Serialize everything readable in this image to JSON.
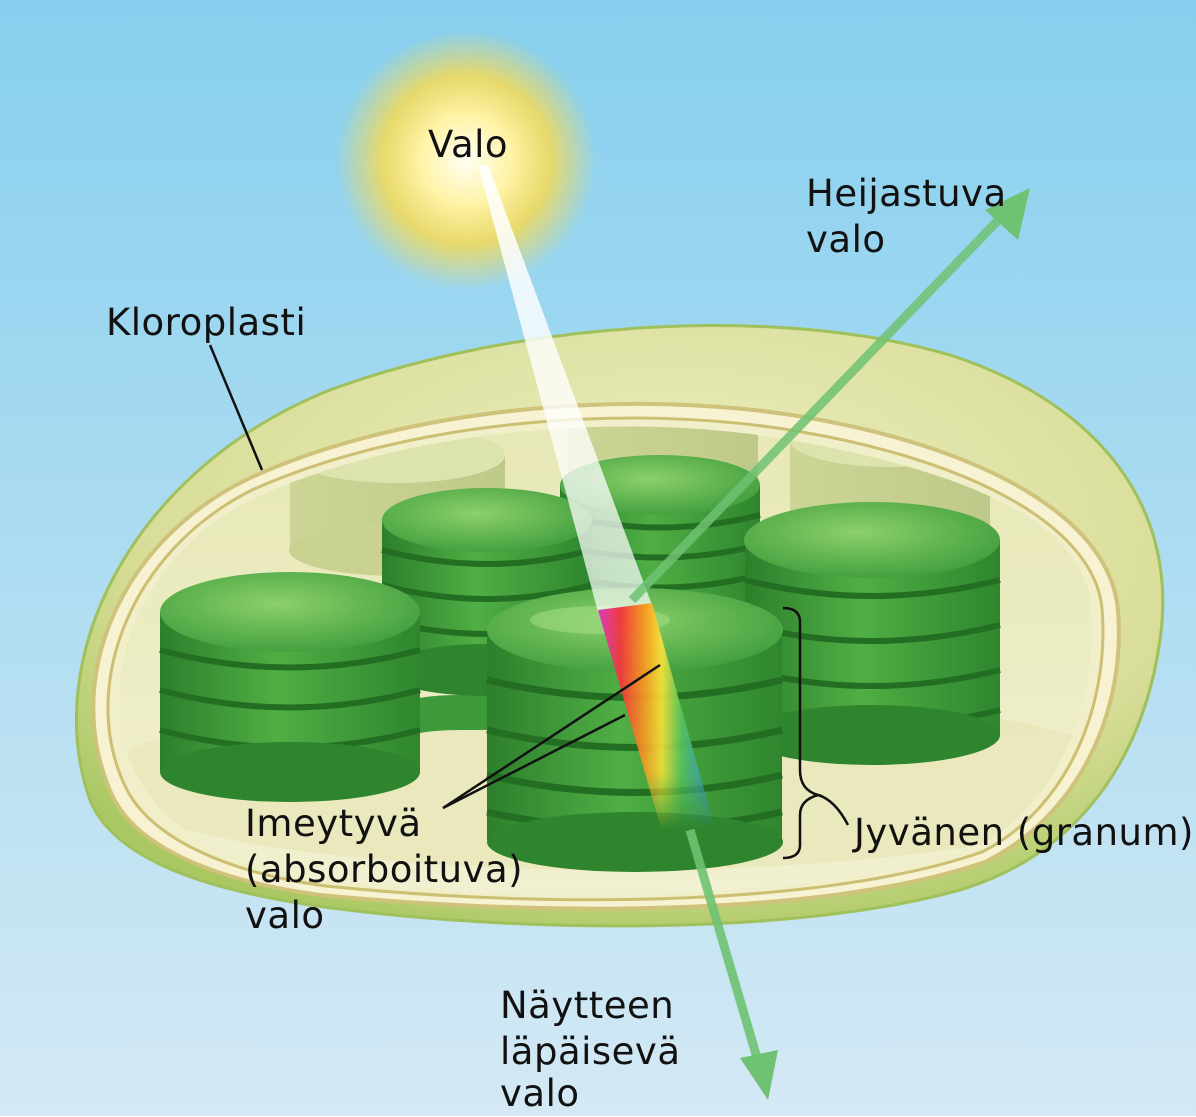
{
  "labels": {
    "light": "Valo",
    "reflected": [
      "Heijastuva",
      "valo"
    ],
    "chloroplast": "Kloroplasti",
    "absorbed": [
      "Imeytyvä",
      "(absorboituva)",
      "valo"
    ],
    "granum": "Jyvänen (granum)",
    "transmitted": [
      "Näytteen",
      "läpäisevä",
      "valo"
    ]
  },
  "colors": {
    "sky_top": "#86cfee",
    "sky_bottom": "#d4e9f4",
    "sun_core": "#fffbe0",
    "sun_glow": "#f7d94a",
    "chloroplast_fill": "#dfe3a6",
    "chloroplast_edge": "#98bb55",
    "granum_green": "#3f9d3c",
    "granum_light": "#72c25a",
    "arrow_green": "#6ec272",
    "stroma": "#ecebc4"
  },
  "icons": [
    "sun-icon",
    "reflected-arrow-icon",
    "transmitted-arrow-icon",
    "spectrum-icon"
  ]
}
